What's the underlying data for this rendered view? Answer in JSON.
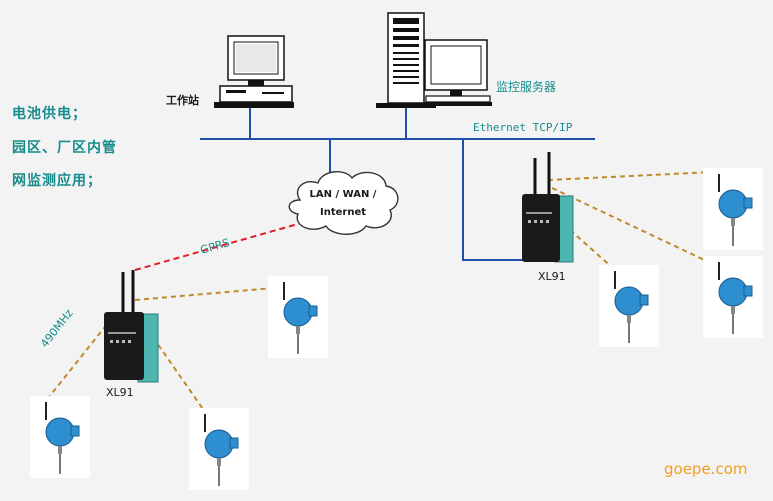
{
  "side_notes": [
    "电池供电；",
    "园区、厂区内管",
    "网监测应用；"
  ],
  "labels": {
    "workstation": "工作站",
    "server": "监控服务器",
    "ethernet": "Ethernet TCP/IP",
    "gprs": "GPRS",
    "freq": "490MHz",
    "gateway_left": "XL91",
    "gateway_right": "XL91",
    "watermark": "goepe.com"
  },
  "cloud": {
    "lines": [
      "LAN / WAN /",
      "Internet"
    ]
  },
  "colors": {
    "teal": "#168c8c",
    "gprs_link": "#e0202a",
    "radio_link": "#c08a2a",
    "network_line": "#1f4fa8",
    "watermark": "#f0a020"
  }
}
